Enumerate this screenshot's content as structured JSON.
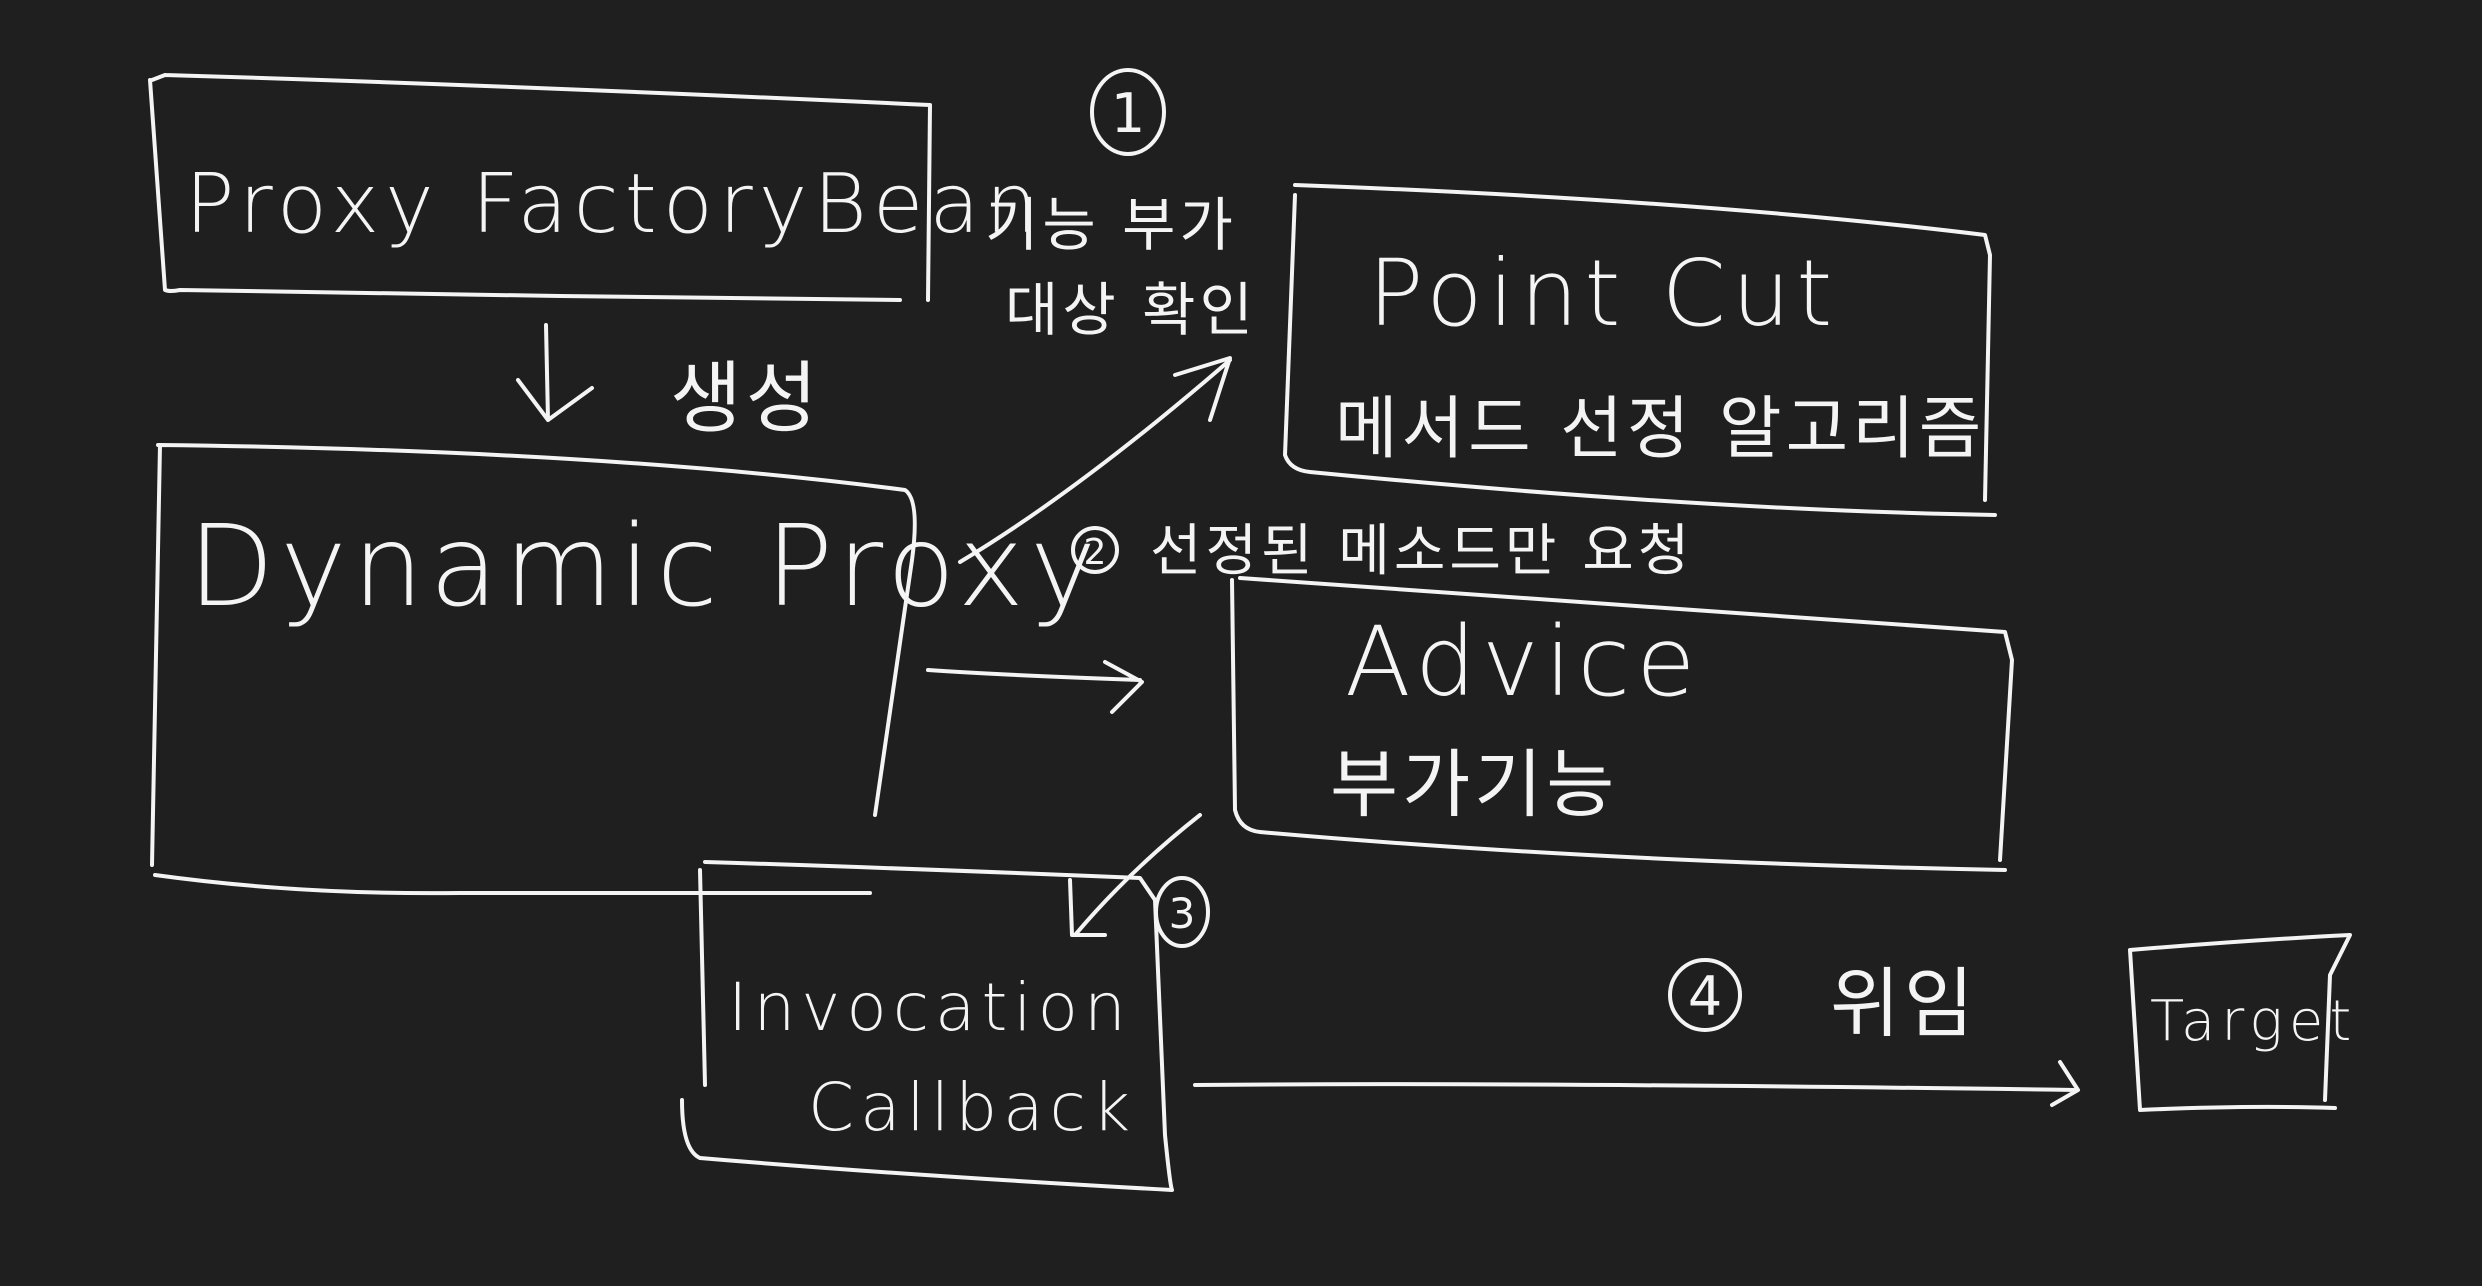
{
  "background_color": "#1f1f1f",
  "ink_color": "#f4f4f4",
  "nodes": {
    "proxy_factory_bean": "Proxy FactoryBean",
    "dynamic_proxy": "Dynamic Proxy",
    "point_cut": {
      "title": "Point Cut",
      "subtitle": "메서드 선정 알고리즘"
    },
    "advice": {
      "title": "Advice",
      "subtitle": "부가기능"
    },
    "invocation_callback": {
      "line1": "Invocation",
      "line2": "Callback"
    },
    "target": "Target"
  },
  "edges": {
    "create": "생성",
    "step1": {
      "number": "1",
      "line1": "기능 부가",
      "line2": "대상 확인"
    },
    "step2": {
      "number": "2",
      "label": "선정된 메소드만 요청"
    },
    "step3": {
      "number": "3"
    },
    "step4": {
      "number": "4",
      "label": "위임"
    }
  }
}
